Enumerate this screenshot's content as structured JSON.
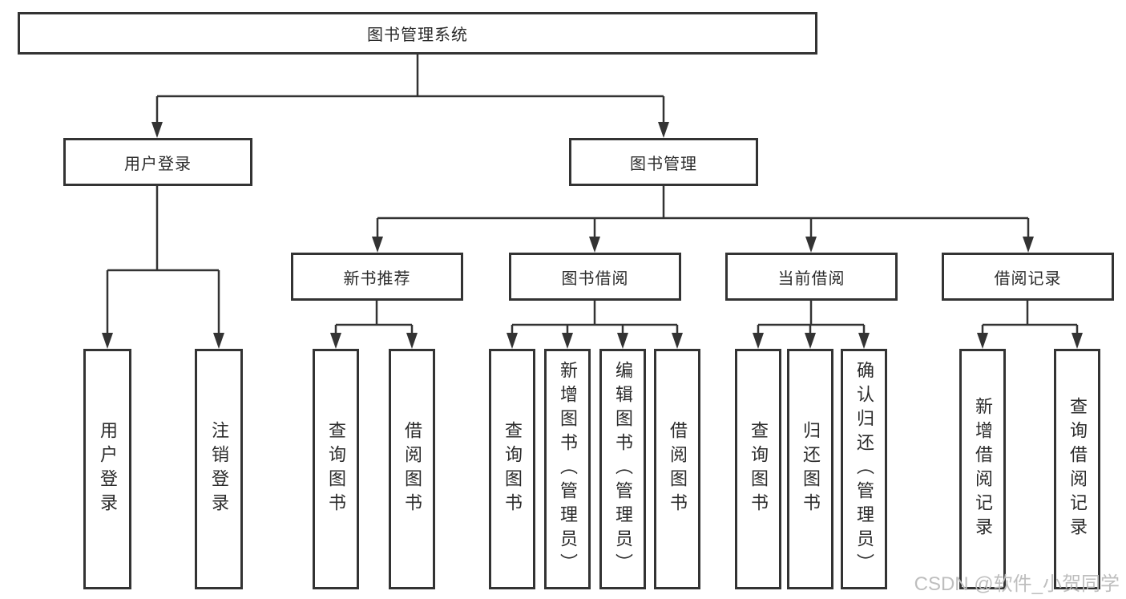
{
  "tree": {
    "root": "图书管理系统",
    "branches": [
      {
        "label": "用户登录",
        "children": [
          "用户登录",
          "注销登录"
        ]
      },
      {
        "label": "图书管理",
        "groups": [
          {
            "label": "新书推荐",
            "children": [
              "查询图书",
              "借阅图书"
            ]
          },
          {
            "label": "图书借阅",
            "children": [
              "查询图书",
              "新增图书（管理员）",
              "编辑图书（管理员）",
              "借阅图书"
            ]
          },
          {
            "label": "当前借阅",
            "children": [
              "查询图书",
              "归还图书",
              "确认归还（管理员）"
            ]
          },
          {
            "label": "借阅记录",
            "children": [
              "新增借阅记录",
              "查询借阅记录"
            ]
          }
        ]
      }
    ]
  },
  "watermark": {
    "text": "CSDN @软件_小贺同学"
  },
  "colors": {
    "line": "#333333",
    "box_border": "#333333",
    "text": "#2b2b2b",
    "background": "#ffffff",
    "watermark": "#bbbbbb"
  }
}
